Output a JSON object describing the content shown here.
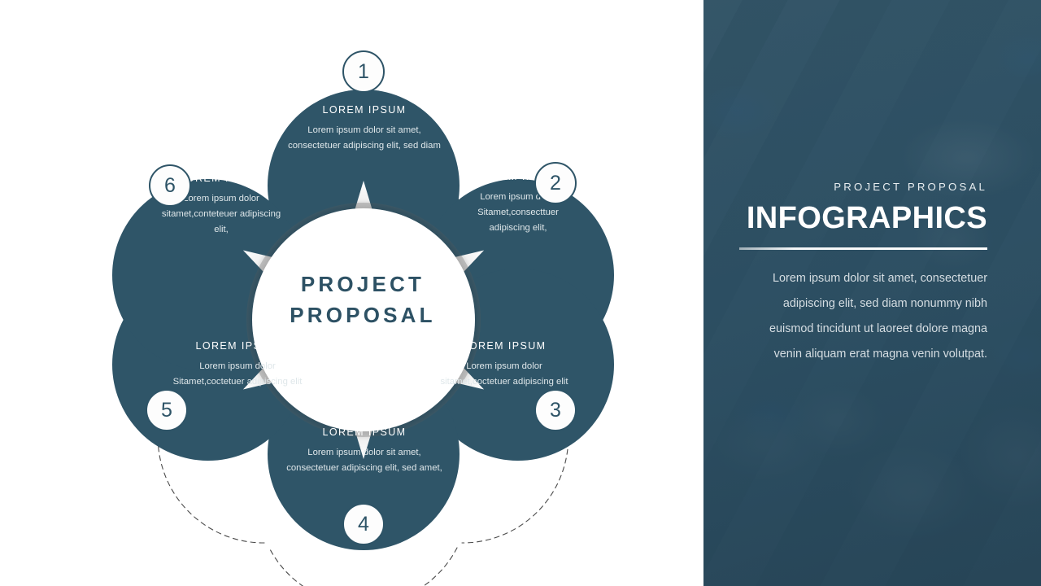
{
  "slide": {
    "background_color": "#ffffff",
    "accent_color": "#2e5467",
    "petal_color": "#2f5568"
  },
  "infographic": {
    "center": {
      "line1": "PROJECT",
      "line2": "PROPOSAL"
    },
    "petals": [
      {
        "number": "1",
        "title": "LOREM  IPSUM",
        "body": "Lorem ipsum dolor sit amet, consectetuer adipiscing elit, sed diam"
      },
      {
        "number": "2",
        "title": "LOREM IPSUM",
        "body": "Lorem ipsum dolor Sitamet,consecttuer adipiscing elit,"
      },
      {
        "number": "3",
        "title": "LOREM IPSUM",
        "body": "Lorem ipsum dolor sitamet,coctetuer adipiscing elit"
      },
      {
        "number": "4",
        "title": "LOREM  IPSUM",
        "body": "Lorem ipsum dolor sit amet, consectetuer adipiscing elit, sed amet,"
      },
      {
        "number": "5",
        "title": "LOREM IPSUM",
        "body": "Lorem ipsum dolor Sitamet,coctetuer adipiscing elit"
      },
      {
        "number": "6",
        "title": "LOREM IPSUM",
        "body": "Lorem ipsum dolor sitamet,conteteuer adipiscing elit,"
      }
    ]
  },
  "right_panel": {
    "eyebrow": "PROJECT PROPOSAL",
    "title": "INFOGRAPHICS",
    "body": "Lorem ipsum dolor sit amet, consectetuer adipiscing elit, sed diam nonummy nibh euismod tincidunt ut laoreet dolore magna venin aliquam erat magna venin volutpat."
  }
}
